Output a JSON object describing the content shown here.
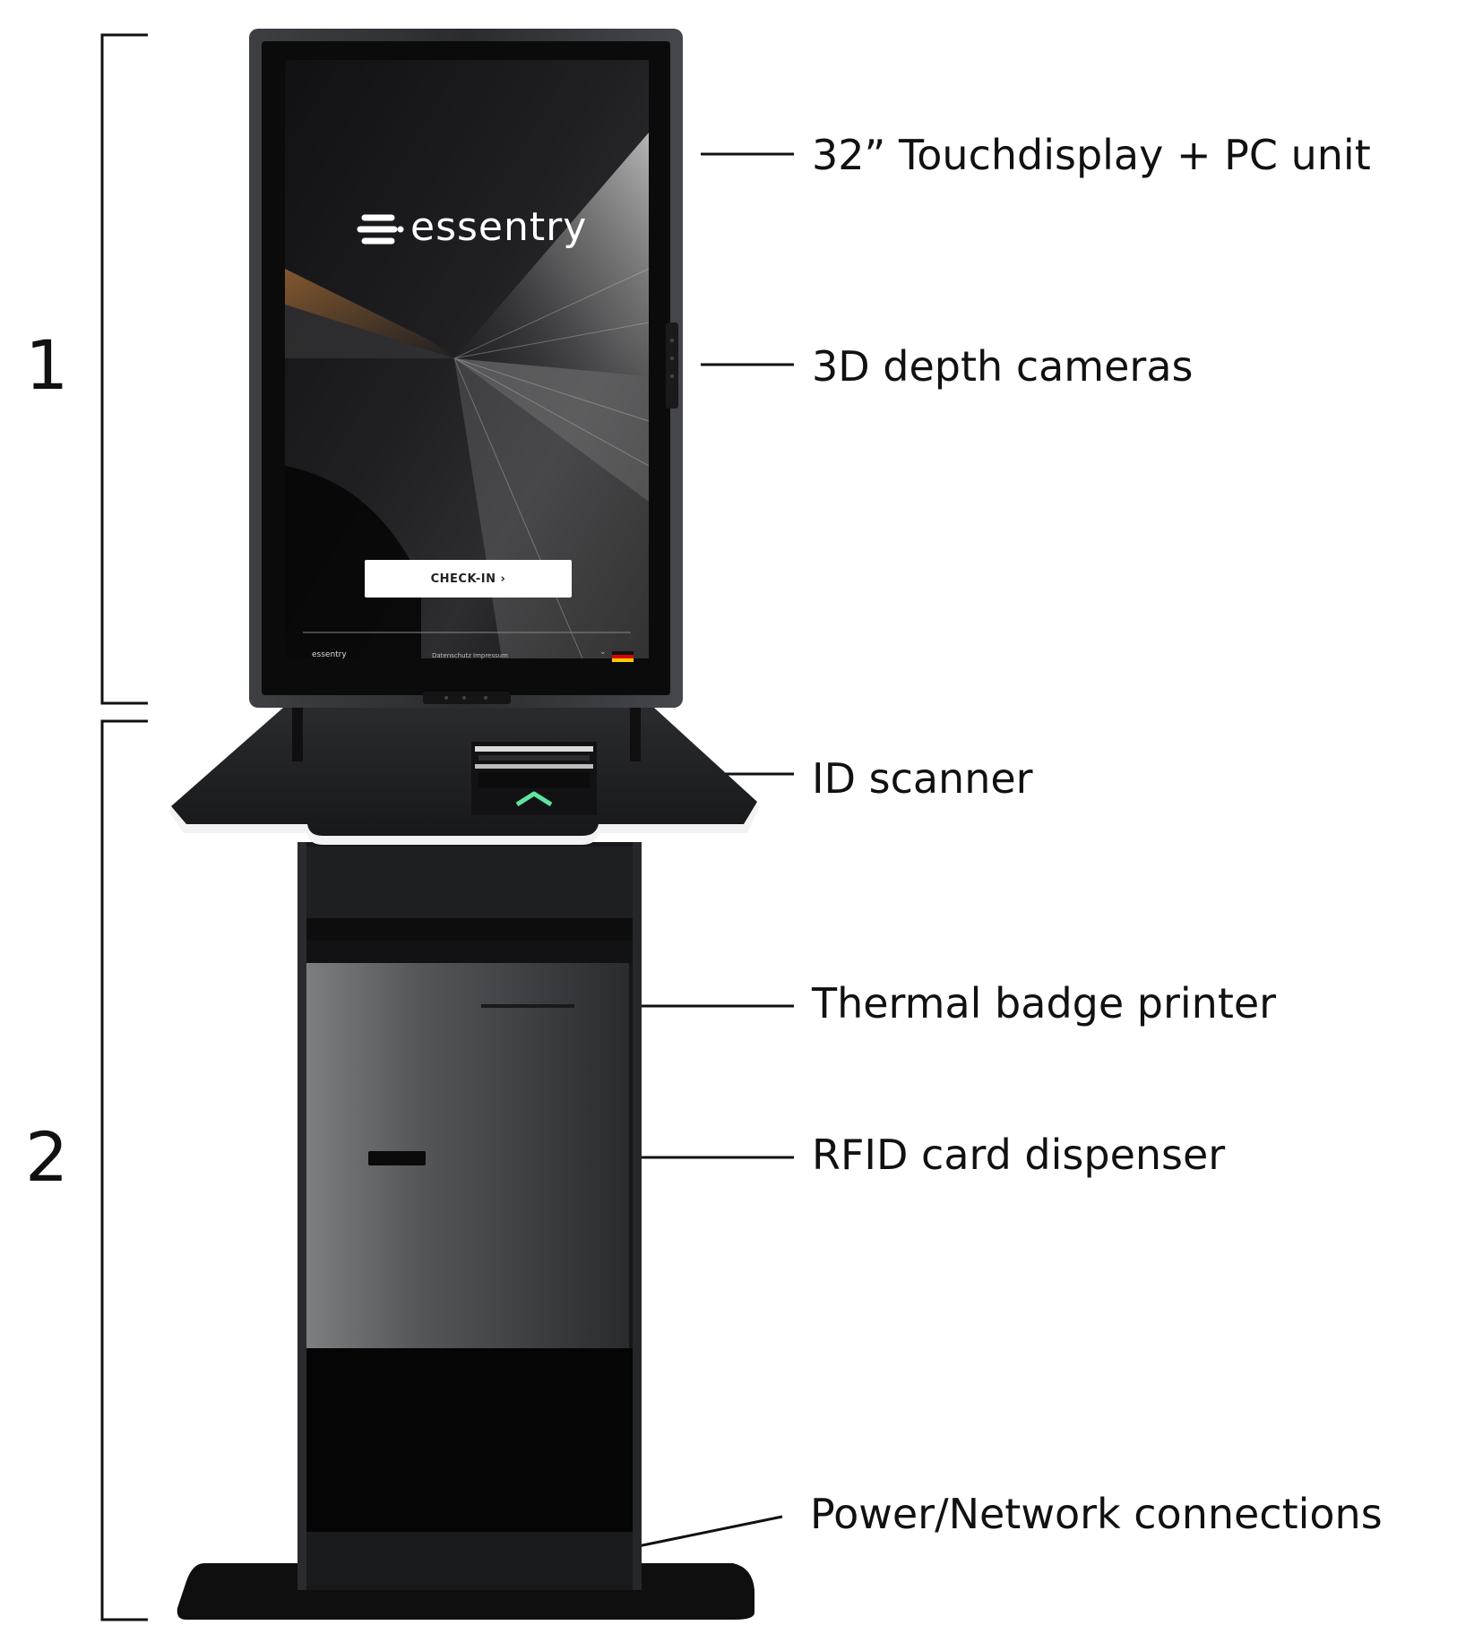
{
  "sections": [
    {
      "number": "1"
    },
    {
      "number": "2"
    }
  ],
  "callouts": [
    {
      "label": "32” Touchdisplay + PC unit"
    },
    {
      "label": "3D depth cameras"
    },
    {
      "label": "ID scanner"
    },
    {
      "label": "Thermal badge printer"
    },
    {
      "label": "RFID card dispenser"
    },
    {
      "label": "Power/Network connections"
    }
  ],
  "screen": {
    "brand": "essentry",
    "checkin_label": "CHECK-IN ›",
    "footer_brand": "essentry",
    "footer_links": [
      "Datenschutz",
      "Impressum"
    ],
    "language_chevron": "⌄",
    "language_flag": "germany-flag-icon"
  },
  "colors": {
    "kiosk_body": "#1b1c1e",
    "screen_bg": "#0d0d0e",
    "bracket": "#111111",
    "id_scanner_light": "#5fe3a1"
  }
}
